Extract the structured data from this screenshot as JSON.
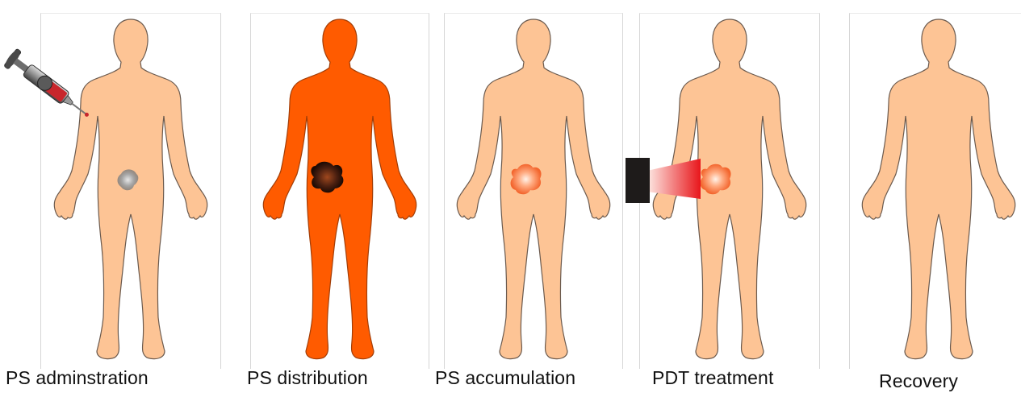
{
  "stages": [
    {
      "caption": "PS adminstration",
      "skin": "#fdc495",
      "tumor": "gray",
      "device": "syringe"
    },
    {
      "caption": "PS distribution",
      "skin": "#ff5b00",
      "tumor": "dark",
      "device": "none"
    },
    {
      "caption": "PS accumulation",
      "skin": "#fdc495",
      "tumor": "glow",
      "device": "none"
    },
    {
      "caption": "PDT treatment",
      "skin": "#fdc495",
      "tumor": "glow",
      "device": "light-source"
    },
    {
      "caption": "Recovery",
      "skin": "#fdc495",
      "tumor": "none",
      "device": "none"
    }
  ],
  "colors": {
    "skin": "#fdc495",
    "outline": "#6b5a4e",
    "ps_distributed": "#ff5b00",
    "light_beam": "#e8161b",
    "light_source": "#1e1b1a"
  },
  "icons": [
    "syringe-icon",
    "light-source-icon"
  ]
}
